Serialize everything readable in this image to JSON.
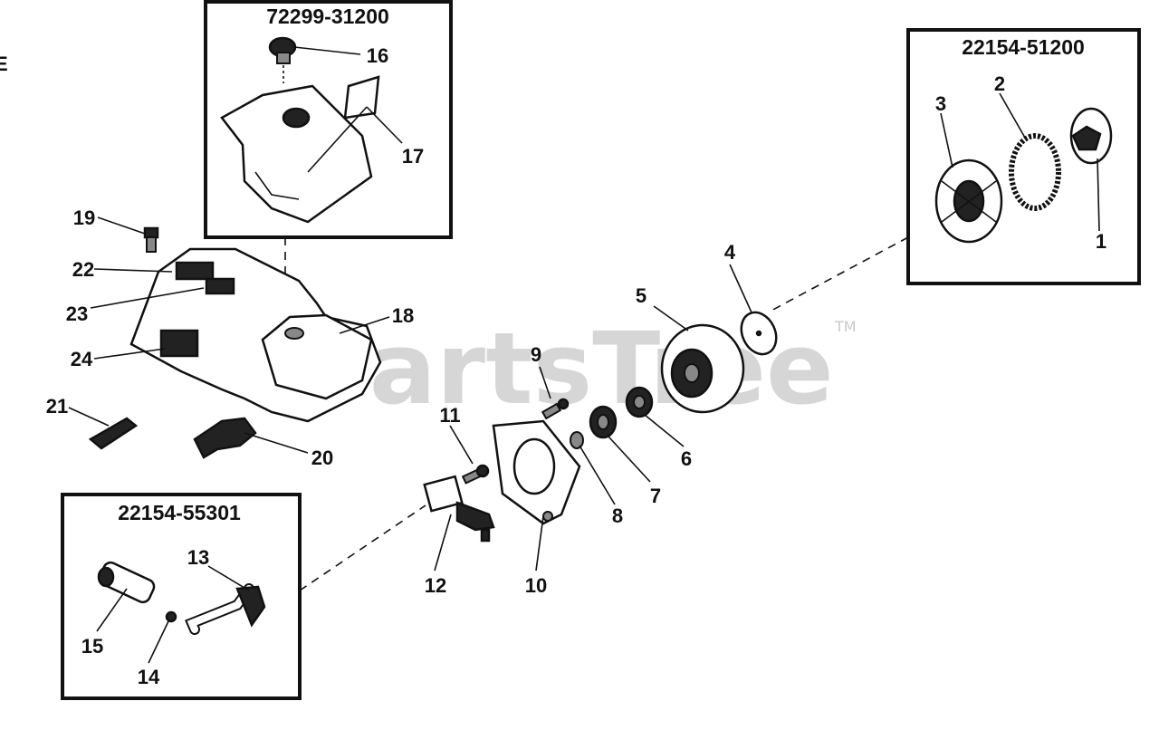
{
  "watermark": {
    "text": "PartsTree",
    "trademark": "TM"
  },
  "edge_mark": "E",
  "kits": [
    {
      "id": "kit-a",
      "number": "72299-31200"
    },
    {
      "id": "kit-b",
      "number": "22154-51200"
    },
    {
      "id": "kit-c",
      "number": "22154-55301"
    }
  ],
  "callouts": [
    "1",
    "2",
    "3",
    "4",
    "5",
    "6",
    "7",
    "8",
    "9",
    "10",
    "11",
    "12",
    "13",
    "14",
    "15",
    "16",
    "17",
    "18",
    "19",
    "20",
    "21",
    "22",
    "23",
    "24"
  ]
}
